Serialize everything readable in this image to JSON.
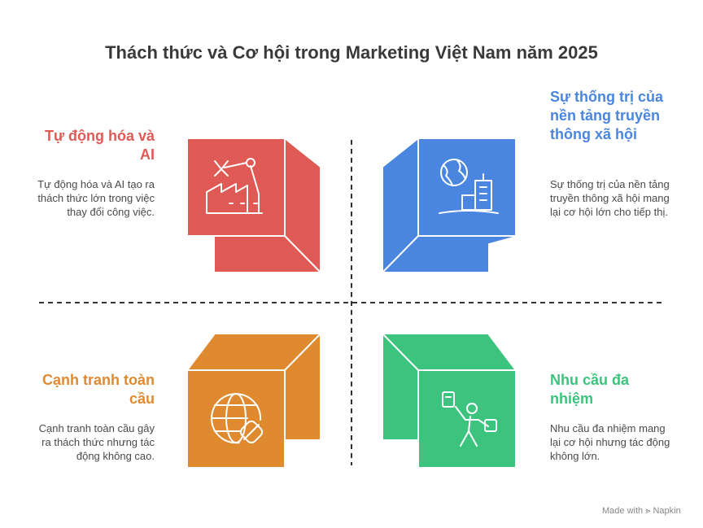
{
  "title": "Thách thức và Cơ hội trong Marketing Việt Nam năm 2025",
  "quadrants": [
    {
      "heading": "Tự động hóa và AI",
      "description": "Tự động hóa và AI tạo ra thách thức lớn trong việc thay đổi công việc.",
      "color": "#e05a55",
      "icon": "factory-robot-arm-icon"
    },
    {
      "heading": "Sự thống trị của nền tảng truyền thông xã hội",
      "description": "Sự thống trị của nền tảng truyền thông xã hội mang lại cơ hội lớn cho tiếp thị.",
      "color": "#4a86e0",
      "icon": "globe-city-icon"
    },
    {
      "heading": "Cạnh tranh toàn cầu",
      "description": "Cạnh tranh toàn cầu gây ra thách thức nhưng tác động không cao.",
      "color": "#e08a30",
      "icon": "globe-disconnected-icon"
    },
    {
      "heading": "Nhu cầu đa nhiệm",
      "description": "Nhu cầu đa nhiệm mang lại cơ hội nhưng tác động không lớn.",
      "color": "#3cc37e",
      "icon": "multitasking-person-icon"
    }
  ],
  "footer": {
    "made_with": "Made with",
    "brand": "Napkin"
  }
}
